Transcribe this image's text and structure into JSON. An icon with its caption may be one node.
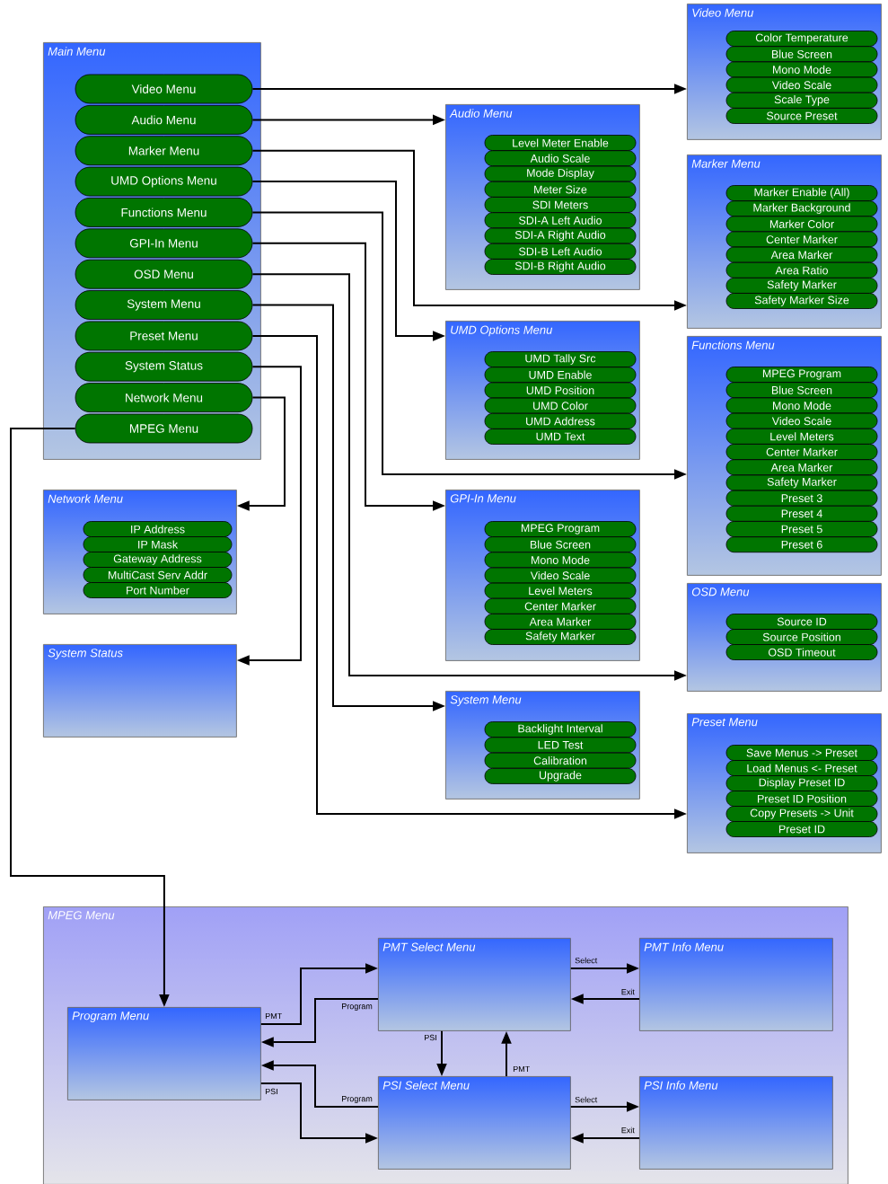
{
  "diagram": {
    "nodes": [
      {
        "text": [
          "Main Menu"
        ]
      },
      {
        "text": [
          "Video Menu"
        ],
        "in": 0
      },
      {
        "text": [
          "Audio Menu"
        ],
        "in": 0
      },
      {
        "text": [
          "Marker Menu"
        ],
        "in": 0
      },
      {
        "text": [
          "UMD Options Menu"
        ],
        "in": 0
      },
      {
        "text": [
          "Functions Menu"
        ],
        "in": 0
      },
      {
        "text": [
          "GPI-In Menu"
        ],
        "in": 0
      },
      {
        "text": [
          "OSD Menu"
        ],
        "in": 0
      },
      {
        "text": [
          "System Menu"
        ],
        "in": 0
      },
      {
        "text": [
          "Preset Menu"
        ],
        "in": 0
      },
      {
        "text": [
          "System Status"
        ],
        "in": 0
      },
      {
        "text": [
          "Network Menu"
        ],
        "in": 0
      },
      {
        "text": [
          "MPEG Menu"
        ],
        "in": 0
      },
      {
        "text": [
          "Video Menu"
        ]
      },
      {
        "text": [
          "Color Temperature"
        ],
        "in": 13
      },
      {
        "text": [
          "Blue Screen"
        ],
        "in": 13
      },
      {
        "text": [
          "Mono Mode"
        ],
        "in": 13
      },
      {
        "text": [
          "Video Scale"
        ],
        "in": 13
      },
      {
        "text": [
          "Scale Type"
        ],
        "in": 13
      },
      {
        "text": [
          "Source Preset"
        ],
        "in": 13
      },
      {
        "text": [
          "Audio Menu"
        ]
      },
      {
        "text": [
          "Level Meter Enable"
        ],
        "in": 20
      },
      {
        "text": [
          "Audio Scale"
        ],
        "in": 20
      },
      {
        "text": [
          "Mode Display"
        ],
        "in": 20
      },
      {
        "text": [
          "Meter Size"
        ],
        "in": 20
      },
      {
        "text": [
          "SDI Meters"
        ],
        "in": 20
      },
      {
        "text": [
          "SDI-A Left Audio"
        ],
        "in": 20
      },
      {
        "text": [
          "SDI-A Right Audio"
        ],
        "in": 20
      },
      {
        "text": [
          "SDI-B Left Audio"
        ],
        "in": 20
      },
      {
        "text": [
          "SDI-B Right Audio"
        ],
        "in": 20
      },
      {
        "text": [
          "Marker Menu"
        ]
      },
      {
        "text": [
          "Marker Enable (All)"
        ],
        "in": 30
      },
      {
        "text": [
          "Marker Background"
        ],
        "in": 30
      },
      {
        "text": [
          "Marker Color"
        ],
        "in": 30
      },
      {
        "text": [
          "Center Marker"
        ],
        "in": 30
      },
      {
        "text": [
          "Area Marker"
        ],
        "in": 30
      },
      {
        "text": [
          "Area Ratio"
        ],
        "in": 30
      },
      {
        "text": [
          "Safety Marker"
        ],
        "in": 30
      },
      {
        "text": [
          "Safety Marker Size"
        ],
        "in": 30
      },
      {
        "text": [
          "UMD Options Menu"
        ]
      },
      {
        "text": [
          "UMD Tally Src"
        ],
        "in": 39
      },
      {
        "text": [
          "UMD Enable"
        ],
        "in": 39
      },
      {
        "text": [
          "UMD Position"
        ],
        "in": 39
      },
      {
        "text": [
          "UMD Color"
        ],
        "in": 39
      },
      {
        "text": [
          "UMD Address"
        ],
        "in": 39
      },
      {
        "text": [
          "UMD Text"
        ],
        "in": 39
      },
      {
        "text": [
          "Functions Menu"
        ]
      },
      {
        "text": [
          "MPEG Program"
        ],
        "in": 46
      },
      {
        "text": [
          "Blue Screen"
        ],
        "in": 46
      },
      {
        "text": [
          "Mono Mode"
        ],
        "in": 46
      },
      {
        "text": [
          "Video Scale"
        ],
        "in": 46
      },
      {
        "text": [
          "Level Meters"
        ],
        "in": 46
      },
      {
        "text": [
          "Center Marker"
        ],
        "in": 46
      },
      {
        "text": [
          "Area Marker"
        ],
        "in": 46
      },
      {
        "text": [
          "Safety Marker"
        ],
        "in": 46
      },
      {
        "text": [
          "Preset 3"
        ],
        "in": 46
      },
      {
        "text": [
          "Preset 4"
        ],
        "in": 46
      },
      {
        "text": [
          "Preset 5"
        ],
        "in": 46
      },
      {
        "text": [
          "Preset 6"
        ],
        "in": 46
      },
      {
        "text": [
          "Network Menu"
        ]
      },
      {
        "text": [
          "IP Address"
        ],
        "in": 59
      },
      {
        "text": [
          "IP Mask"
        ],
        "in": 59
      },
      {
        "text": [
          "Gateway Address"
        ],
        "in": 59
      },
      {
        "text": [
          "MultiCast Serv Addr"
        ],
        "in": 59
      },
      {
        "text": [
          "Port Number"
        ],
        "in": 59
      },
      {
        "text": [
          "GPI-In Menu"
        ]
      },
      {
        "text": [
          "MPEG Program"
        ],
        "in": 65
      },
      {
        "text": [
          "Blue Screen"
        ],
        "in": 65
      },
      {
        "text": [
          "Mono Mode"
        ],
        "in": 65
      },
      {
        "text": [
          "Video Scale"
        ],
        "in": 65
      },
      {
        "text": [
          "Level Meters"
        ],
        "in": 65
      },
      {
        "text": [
          "Center Marker"
        ],
        "in": 65
      },
      {
        "text": [
          "Area Marker"
        ],
        "in": 65
      },
      {
        "text": [
          "Safety Marker"
        ],
        "in": 65
      },
      {
        "text": [
          "OSD Menu"
        ]
      },
      {
        "text": [
          "Source ID"
        ],
        "in": 74
      },
      {
        "text": [
          "Source Position"
        ],
        "in": 74
      },
      {
        "text": [
          "OSD Timeout"
        ],
        "in": 74
      },
      {
        "text": [
          "System Status"
        ]
      },
      {
        "text": [
          "System Menu"
        ]
      },
      {
        "text": [
          "Backlight Interval"
        ],
        "in": 79
      },
      {
        "text": [
          "LED Test"
        ],
        "in": 79
      },
      {
        "text": [
          "Calibration"
        ],
        "in": 79
      },
      {
        "text": [
          "Upgrade"
        ],
        "in": 79
      },
      {
        "text": [
          "Preset Menu"
        ]
      },
      {
        "text": [
          "Save Menus -> Preset"
        ],
        "in": 84
      },
      {
        "text": [
          "Load Menus <- Preset"
        ],
        "in": 84
      },
      {
        "text": [
          "Display Preset ID"
        ],
        "in": 84
      },
      {
        "text": [
          "Preset ID Position"
        ],
        "in": 84
      },
      {
        "text": [
          "Copy Presets -> Unit"
        ],
        "in": 84
      },
      {
        "text": [
          "Preset ID"
        ],
        "in": 84
      },
      {
        "text": [
          "MPEG Menu"
        ]
      },
      {
        "text": [
          "Program Menu"
        ],
        "in": 91
      },
      {
        "text": [
          "PMT Select Menu"
        ],
        "in": 91
      },
      {
        "text": [
          "PMT Info Menu"
        ],
        "in": 91
      },
      {
        "text": [
          "PSI Select Menu"
        ],
        "in": 91
      },
      {
        "text": [
          "PSI Info Menu"
        ],
        "in": 91
      }
    ],
    "edges": [
      {
        "from": 1,
        "to": 13,
        "arrow": "to"
      },
      {
        "from": 2,
        "to": 20,
        "arrow": "to"
      },
      {
        "from": 3,
        "to": 30,
        "arrow": "to"
      },
      {
        "from": 4,
        "to": 39,
        "arrow": "to"
      },
      {
        "from": 5,
        "to": 46,
        "arrow": "to"
      },
      {
        "from": 6,
        "to": 65,
        "arrow": "to"
      },
      {
        "from": 7,
        "to": 74,
        "arrow": "to"
      },
      {
        "from": 8,
        "to": 79,
        "arrow": "to"
      },
      {
        "from": 9,
        "to": 84,
        "arrow": "to"
      },
      {
        "from": 10,
        "to": 78,
        "arrow": "to"
      },
      {
        "from": 11,
        "to": 59,
        "arrow": "to"
      },
      {
        "from": 12,
        "to": 92,
        "arrow": "to"
      },
      {
        "from": 92,
        "to": 93,
        "arrow": "to",
        "label": "PMT"
      },
      {
        "from": 93,
        "to": 92,
        "arrow": "to",
        "label": "Program"
      },
      {
        "from": 95,
        "to": 92,
        "arrow": "to",
        "label": "Program"
      },
      {
        "from": 92,
        "to": 95,
        "arrow": "to",
        "label": "PSI"
      },
      {
        "from": 93,
        "to": 95,
        "arrow": "to",
        "label": "PSI"
      },
      {
        "from": 95,
        "to": 93,
        "arrow": "to",
        "label": "PMT"
      },
      {
        "from": 93,
        "to": 94,
        "arrow": "to",
        "label": "Select"
      },
      {
        "from": 94,
        "to": 93,
        "arrow": "to",
        "label": "Exit"
      },
      {
        "from": 95,
        "to": 96,
        "arrow": "to",
        "label": "Select"
      },
      {
        "from": 96,
        "to": 95,
        "arrow": "to",
        "label": "Exit"
      }
    ]
  }
}
